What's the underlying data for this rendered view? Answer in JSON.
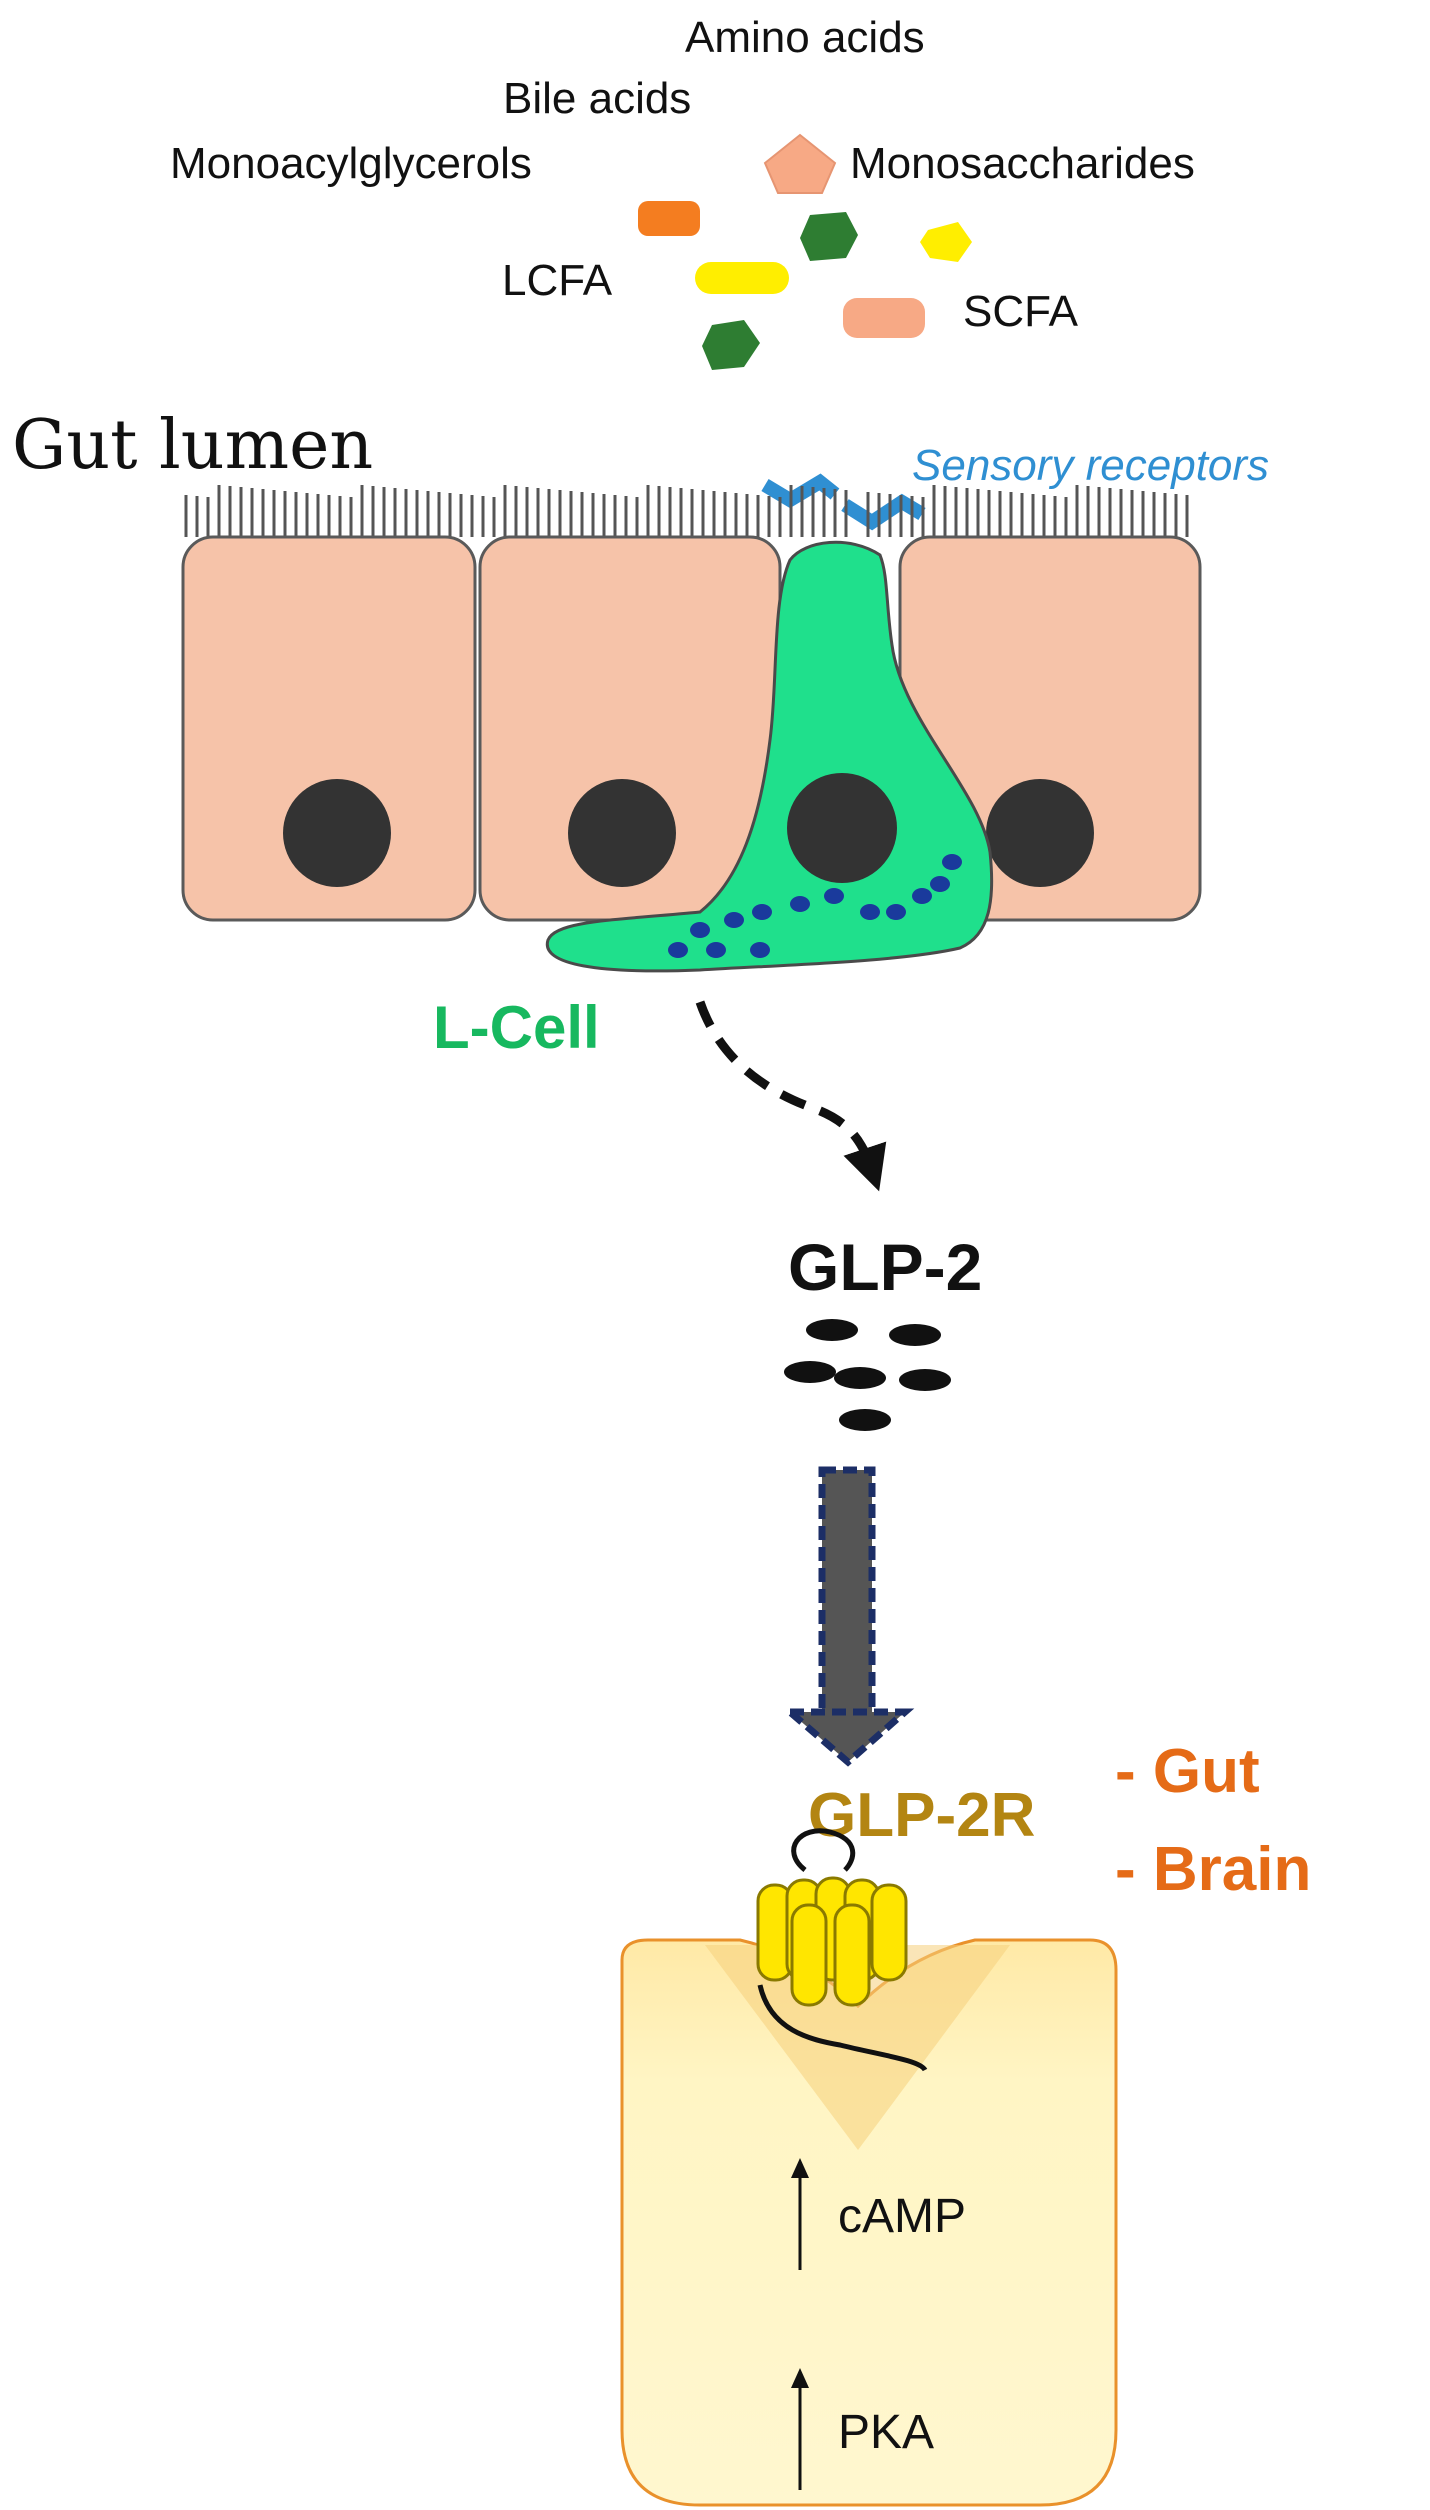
{
  "nutrients": {
    "amino_acids": "Amino acids",
    "bile_acids": "Bile acids",
    "monoacylglycerols": "Monoacylglycerols",
    "monosaccharides": "Monosaccharides",
    "lcfa": "LCFA",
    "scfa": "SCFA"
  },
  "gut_lumen": "Gut lumen",
  "sensory_receptors": "Sensory receptors",
  "l_cell": "L-Cell",
  "glp2": "GLP-2",
  "glp2r": "GLP-2R",
  "targets": {
    "gut": "- Gut",
    "brain": "- Brain"
  },
  "signaling": {
    "camp": "cAMP",
    "pka": "PKA"
  },
  "colors": {
    "epithelium_fill": "#f6c3a9",
    "l_cell_fill": "#1fe08c",
    "l_cell_label": "#17b85f",
    "receptor_blue": "#2f8fd2",
    "glp2r_label": "#b38512",
    "targets_label": "#e56b17",
    "orange_nutrient": "#f47d20",
    "green_nutrient": "#2e7d32",
    "yellow_nutrient": "#ffee00",
    "peach_nutrient": "#f7a985",
    "target_cell_fill": "#fff5c2",
    "target_cell_border": "#e9912b",
    "receptor_yellow": "#ffe600",
    "arrow_dark_blue": "#1c2e66"
  }
}
